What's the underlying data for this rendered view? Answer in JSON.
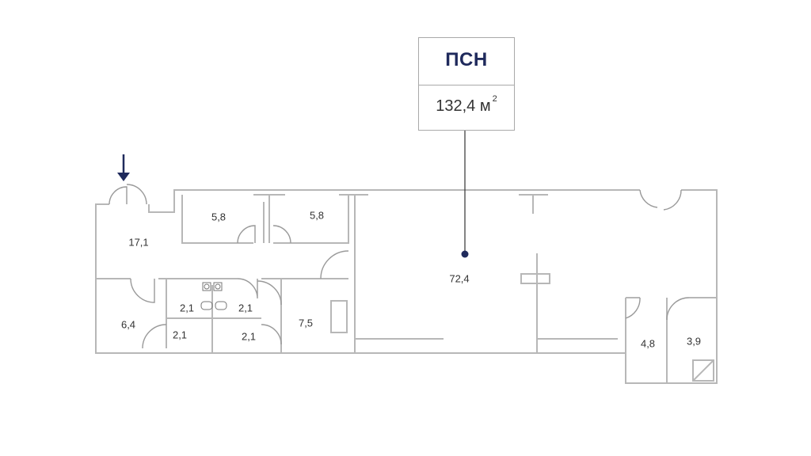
{
  "header": {
    "title": "ПСН",
    "area_value": "132,4 м",
    "area_unit_sup": "2"
  },
  "colors": {
    "wall": "#b7b7b7",
    "accent": "#1f2a5c",
    "text": "#333333"
  },
  "rooms": [
    {
      "label": "17,1"
    },
    {
      "label": "5,8"
    },
    {
      "label": "5,8"
    },
    {
      "label": "72,4"
    },
    {
      "label": "6,4"
    },
    {
      "label": "2,1"
    },
    {
      "label": "2,1"
    },
    {
      "label": "2,1"
    },
    {
      "label": "2,1"
    },
    {
      "label": "7,5"
    },
    {
      "label": "4,8"
    },
    {
      "label": "3,9"
    }
  ],
  "icons": {
    "entrance": "entrance-arrow-icon",
    "marker": "pointer-dot-icon"
  }
}
